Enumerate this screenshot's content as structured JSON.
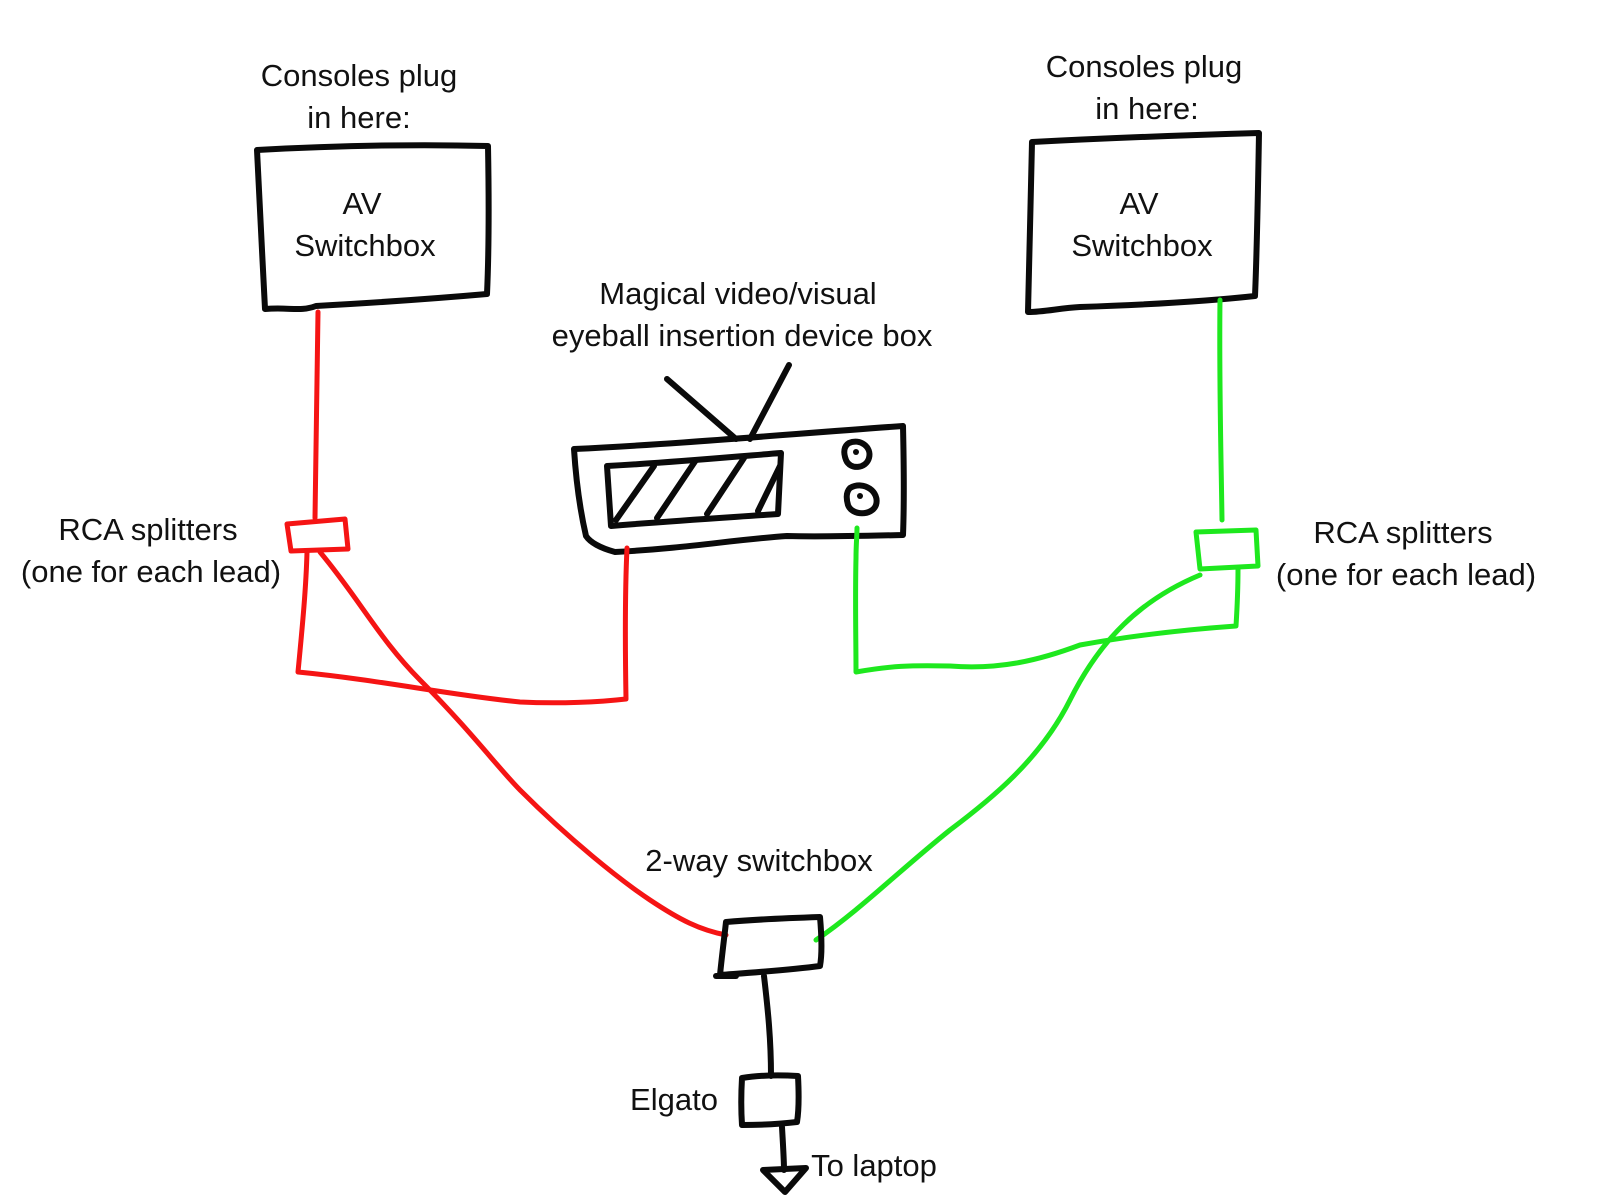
{
  "labels": {
    "left_consoles_line1": "Consoles plug",
    "left_consoles_line2": "in here:",
    "left_av_line1": "AV",
    "left_av_line2": "Switchbox",
    "right_consoles_line1": "Consoles plug",
    "right_consoles_line2": "in here:",
    "right_av_line1": "AV",
    "right_av_line2": "Switchbox",
    "device_line1": "Magical video/visual",
    "device_line2": "eyeball insertion device box",
    "left_rca_line1": "RCA splitters",
    "left_rca_line2": "(one for each lead)",
    "right_rca_line1": "RCA splitters",
    "right_rca_line2": "(one for each lead)",
    "two_way": "2-way switchbox",
    "elgato": "Elgato",
    "to_laptop": "To laptop"
  },
  "colors": {
    "ink": "#0a0a0a",
    "left_cable": "#f51414",
    "right_cable": "#1ee81e",
    "background": "#ffffff"
  }
}
